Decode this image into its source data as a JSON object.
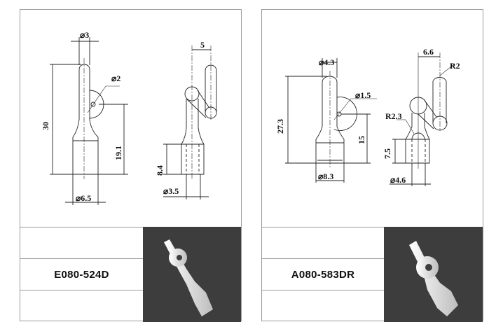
{
  "parts": [
    {
      "code": "E080-524D",
      "dims": {
        "stem_dia": "⌀3",
        "hole_dia": "⌀2",
        "height": "30",
        "hole_height": "19.1",
        "base_dia": "⌀6.5",
        "offset": "5",
        "base_height": "8.4",
        "bore_dia": "⌀3.5"
      }
    },
    {
      "code": "A080-583DR",
      "dims": {
        "stem_dia": "⌀4.3",
        "hole_dia": "⌀1.5",
        "height": "27.3",
        "hole_height": "15",
        "base_dia": "⌀8.3",
        "offset": "6.6",
        "tip_radius": "R2",
        "neck_radius": "R2.3",
        "base_height": "7.5",
        "bore_dia": "⌀4.6"
      }
    }
  ]
}
